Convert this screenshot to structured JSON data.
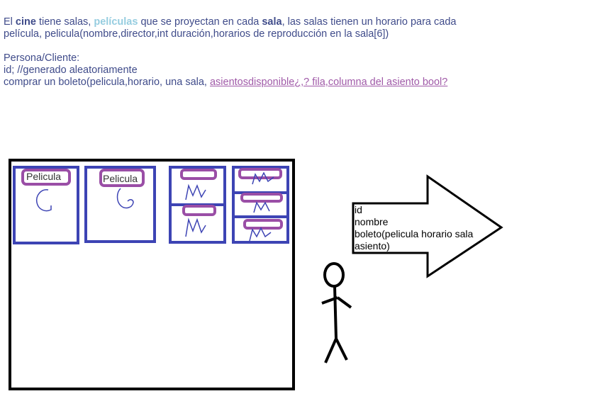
{
  "notes": {
    "line1_part1": "El ",
    "line1_cine": "cine",
    "line1_part2": " tiene salas, ",
    "line1_peliculas": "películas",
    "line1_part3": " que se proyectan en cada ",
    "line1_sala": "sala",
    "line1_part4": ", las salas tienen un horario para cada",
    "line2": "película, pelicula(nombre,director,int duración,horarios de reproducción en la sala[6])",
    "line3": "Persona/Cliente:",
    "line4": "id; //generado aleatoriamente",
    "line5_plain": "comprar un boleto(pelicula,horario, una sala, ",
    "line5_link": "asientosdisponible¿,? fila,columna del asiento bool?"
  },
  "drawing": {
    "sala_label_1": "Pelicula",
    "sala_label_2": "Pelicula",
    "arrow_lines": [
      "id",
      "nombre",
      "boleto(pelicula horario sala",
      "asiento)"
    ]
  },
  "colors": {
    "text": "#3f4b8a",
    "highlight": "#96cde0",
    "link": "#a05aa8",
    "room_border": "#3d44b4",
    "tag_border": "#9a4ea6",
    "frame": "#000000"
  }
}
